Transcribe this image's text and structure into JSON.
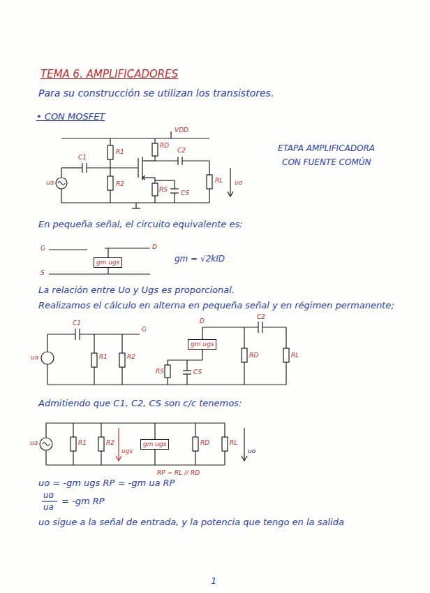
{
  "diagram": {
    "title": "TEMA 6. AMPLIFICADORES",
    "nodes": [
      {
        "text": [
          "gm ugs"
        ]
      },
      {
        "text": [
          "gm ugs"
        ]
      },
      {
        "text": [
          "gm ugs"
        ]
      }
    ],
    "labels": [
      "Para su construcción se utilizan los transistores.",
      "• CON MOSFET",
      "VDD",
      "R1",
      "RD",
      "C2",
      "C1",
      "R2",
      "ua",
      "RS",
      "CS",
      "RL",
      "uo",
      "ETAPA AMPLIFICADORA",
      "CON FUENTE COMÚN",
      "En pequeña señal, el circuito equivalente es:",
      "G",
      "D",
      "S",
      "gm = √2kID",
      "La relación entre Uo y Ugs es proporcional.",
      "Realizamos el cálculo en alterna en pequeña señal y en régimen permanente;",
      "C1",
      "G",
      "D",
      "C2",
      "ua",
      "R1",
      "R2",
      "RS",
      "CS",
      "RD",
      "RL",
      "Admitiendo que C1, C2, CS son c/c tenemos:",
      "ua",
      "R1",
      "R2",
      "ugs",
      "RD",
      "RL",
      "uo",
      "RP = RL // RD",
      "uo = -gm ugs RP = -gm ua RP",
      "uo",
      "ua",
      "= -gm RP",
      "uo sigue a la señal de entrada, y la potencia que tengo en la salida",
      "1"
    ]
  }
}
